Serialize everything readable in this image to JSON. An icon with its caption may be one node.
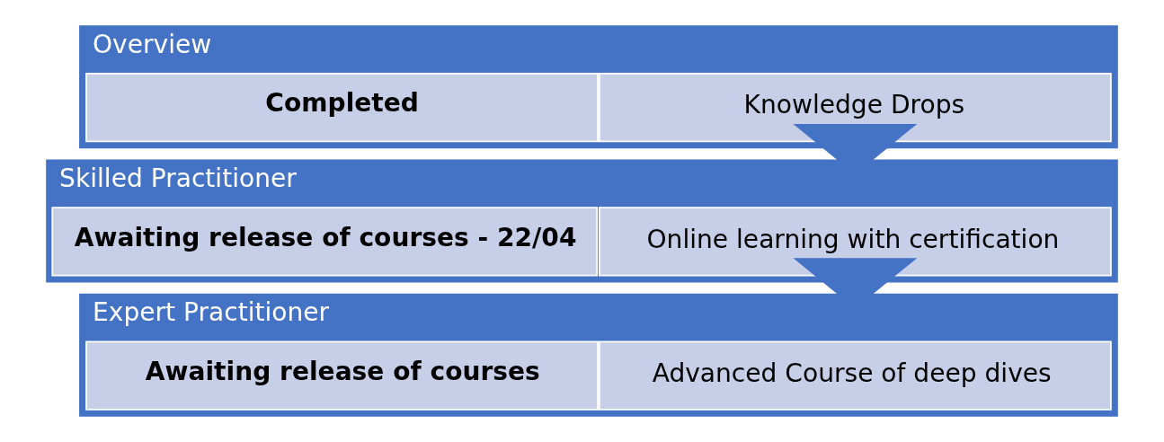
{
  "diagram": {
    "nodes": [
      {
        "text": [
          "Overview"
        ]
      },
      {
        "text": [
          "Knowledge Drops"
        ],
        "in": 0
      },
      {
        "text": [
          "Completed"
        ],
        "in": 0
      },
      {
        "text": [
          "Skilled Practitioner"
        ]
      },
      {
        "text": [
          "Online learning with certification"
        ],
        "in": 3
      },
      {
        "text": [
          "Awaiting release of courses - 22/04"
        ],
        "in": 3
      },
      {
        "text": [
          "Expert Practitioner"
        ]
      },
      {
        "text": [
          "Advanced Course of deep dives"
        ],
        "in": 6
      },
      {
        "text": [
          "Awaiting release of courses"
        ],
        "in": 6
      }
    ],
    "edges": [
      {
        "from": 0,
        "to": 3,
        "arrow": "to",
        "style": "thick"
      },
      {
        "from": 3,
        "to": 6,
        "arrow": "to",
        "style": "thick"
      }
    ]
  }
}
